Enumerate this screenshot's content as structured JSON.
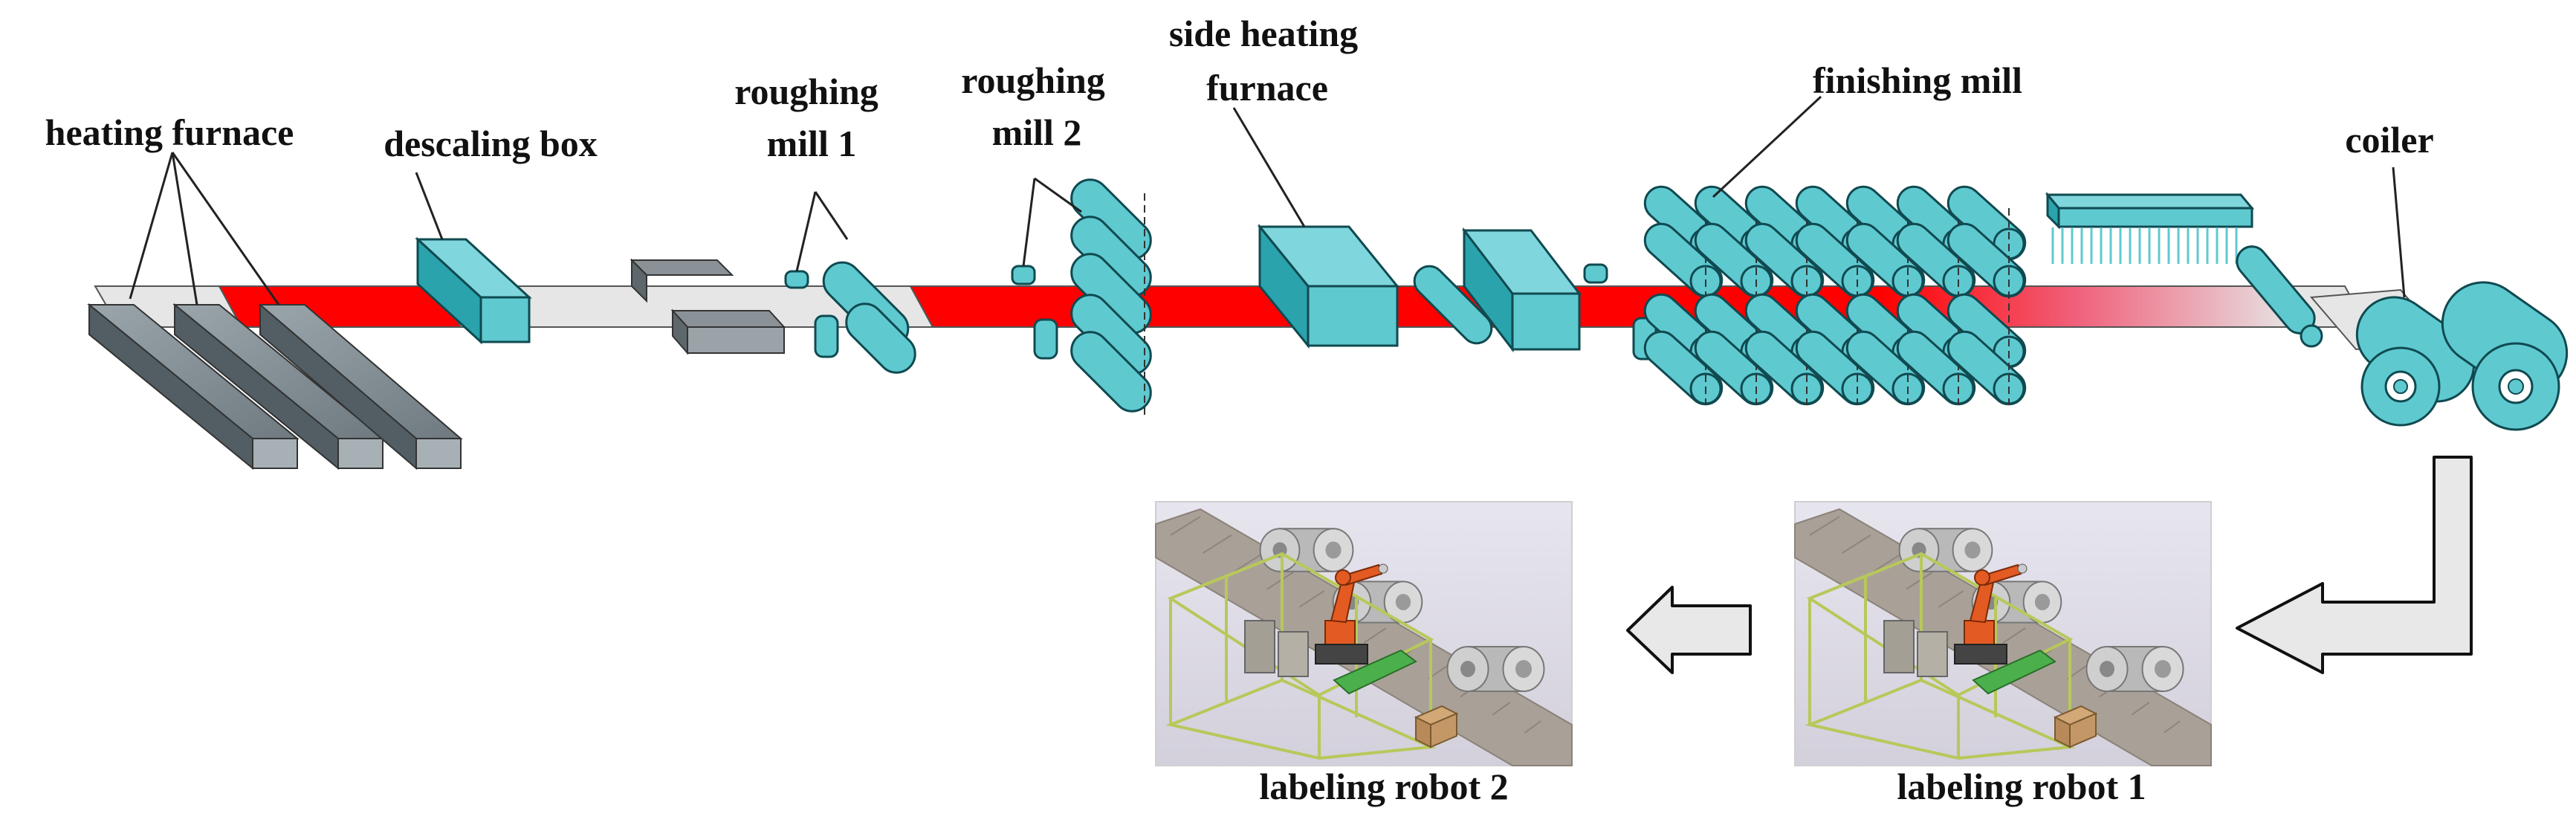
{
  "labels": {
    "heating_furnace": "heating furnace",
    "descaling_box": "descaling box",
    "roughing_mill_1_line1": "roughing",
    "roughing_mill_1_line2": "mill 1",
    "roughing_mill_2_line1": "roughing",
    "roughing_mill_2_line2": "mill 2",
    "side_heating_furnace_line1": "side heating",
    "side_heating_furnace_line2": "furnace",
    "finishing_mill": "finishing mill",
    "coiler": "coiler",
    "labeling_robot_1": "labeling robot 1",
    "labeling_robot_2": "labeling robot 2"
  },
  "colors": {
    "equipment": "#5fc9d0",
    "equipment_dark": "#2aa3ad",
    "equipment_edge": "#0f4a50",
    "strip_hot": "#ff0000",
    "strip_cool": "#e6e6e6",
    "slab": "#7d8a90",
    "arrow_fill": "#e8e8e8",
    "robot_arm": "#e35b22",
    "cell_frame": "#b8c85a"
  },
  "icons": [
    "slab-icon",
    "descaling-box-icon",
    "roll-stand-icon",
    "coil-icon",
    "labeling-robot-cell-icon",
    "flow-arrow-icon"
  ]
}
